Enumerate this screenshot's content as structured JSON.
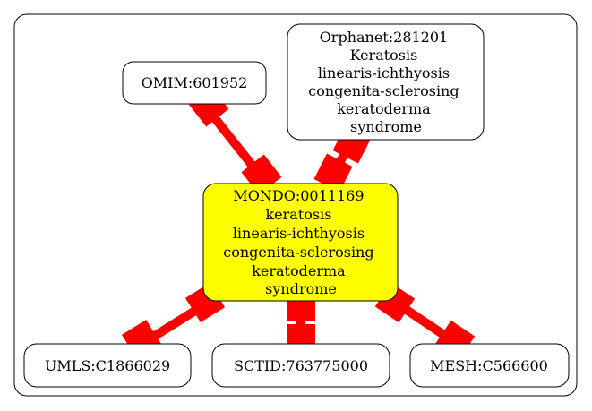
{
  "graph": {
    "center": {
      "id": "MONDO:0011169",
      "lines": [
        "MONDO:0011169",
        "keratosis",
        "linearis-ichthyosis",
        "congenita-sclerosing",
        "keratoderma",
        "syndrome"
      ],
      "fill": "#ffff00"
    },
    "nodes": [
      {
        "key": "omim",
        "lines": [
          "OMIM:601952"
        ]
      },
      {
        "key": "orphanet",
        "lines": [
          "Orphanet:281201",
          "Keratosis",
          "linearis-ichthyosis",
          "congenita-sclerosing",
          "keratoderma",
          "syndrome"
        ]
      },
      {
        "key": "umls",
        "lines": [
          "UMLS:C1866029"
        ]
      },
      {
        "key": "sctid",
        "lines": [
          "SCTID:763775000"
        ]
      },
      {
        "key": "mesh",
        "lines": [
          "MESH:C566600"
        ]
      }
    ],
    "edge_color": "#ff0000",
    "node_fill": "#ffffff",
    "stroke_color": "#000000"
  }
}
